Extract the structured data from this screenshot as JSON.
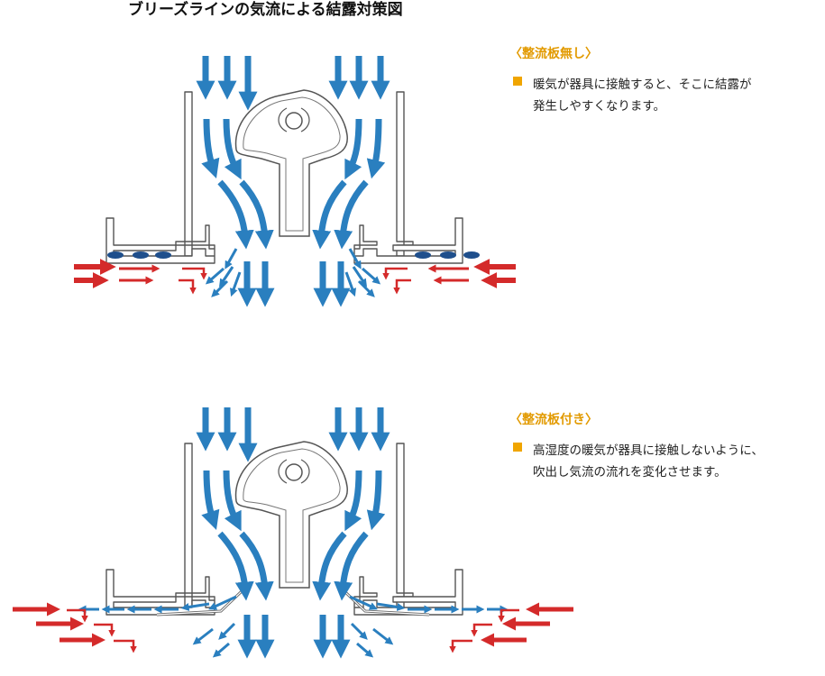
{
  "title": "ブリーズラインの気流による結露対策図",
  "panels": [
    {
      "heading": "〈整流板無し〉",
      "bullet_lines": [
        "暖気が器具に接触すると、そこに結露が",
        "発生しやすくなります。"
      ]
    },
    {
      "heading": "〈整流板付き〉",
      "bullet_lines": [
        "高湿度の暖気が器具に接触しないように、",
        "吹出し気流の流れを変化させます。"
      ]
    }
  ],
  "colors": {
    "cool_air": "#2a7fbf",
    "warm_air": "#d42a2a",
    "condensation_drop": "#1f4f8c",
    "heading": "#e29a00",
    "bullet": "#f0a500"
  },
  "icons": {
    "bullet": "square-bullet-icon"
  }
}
